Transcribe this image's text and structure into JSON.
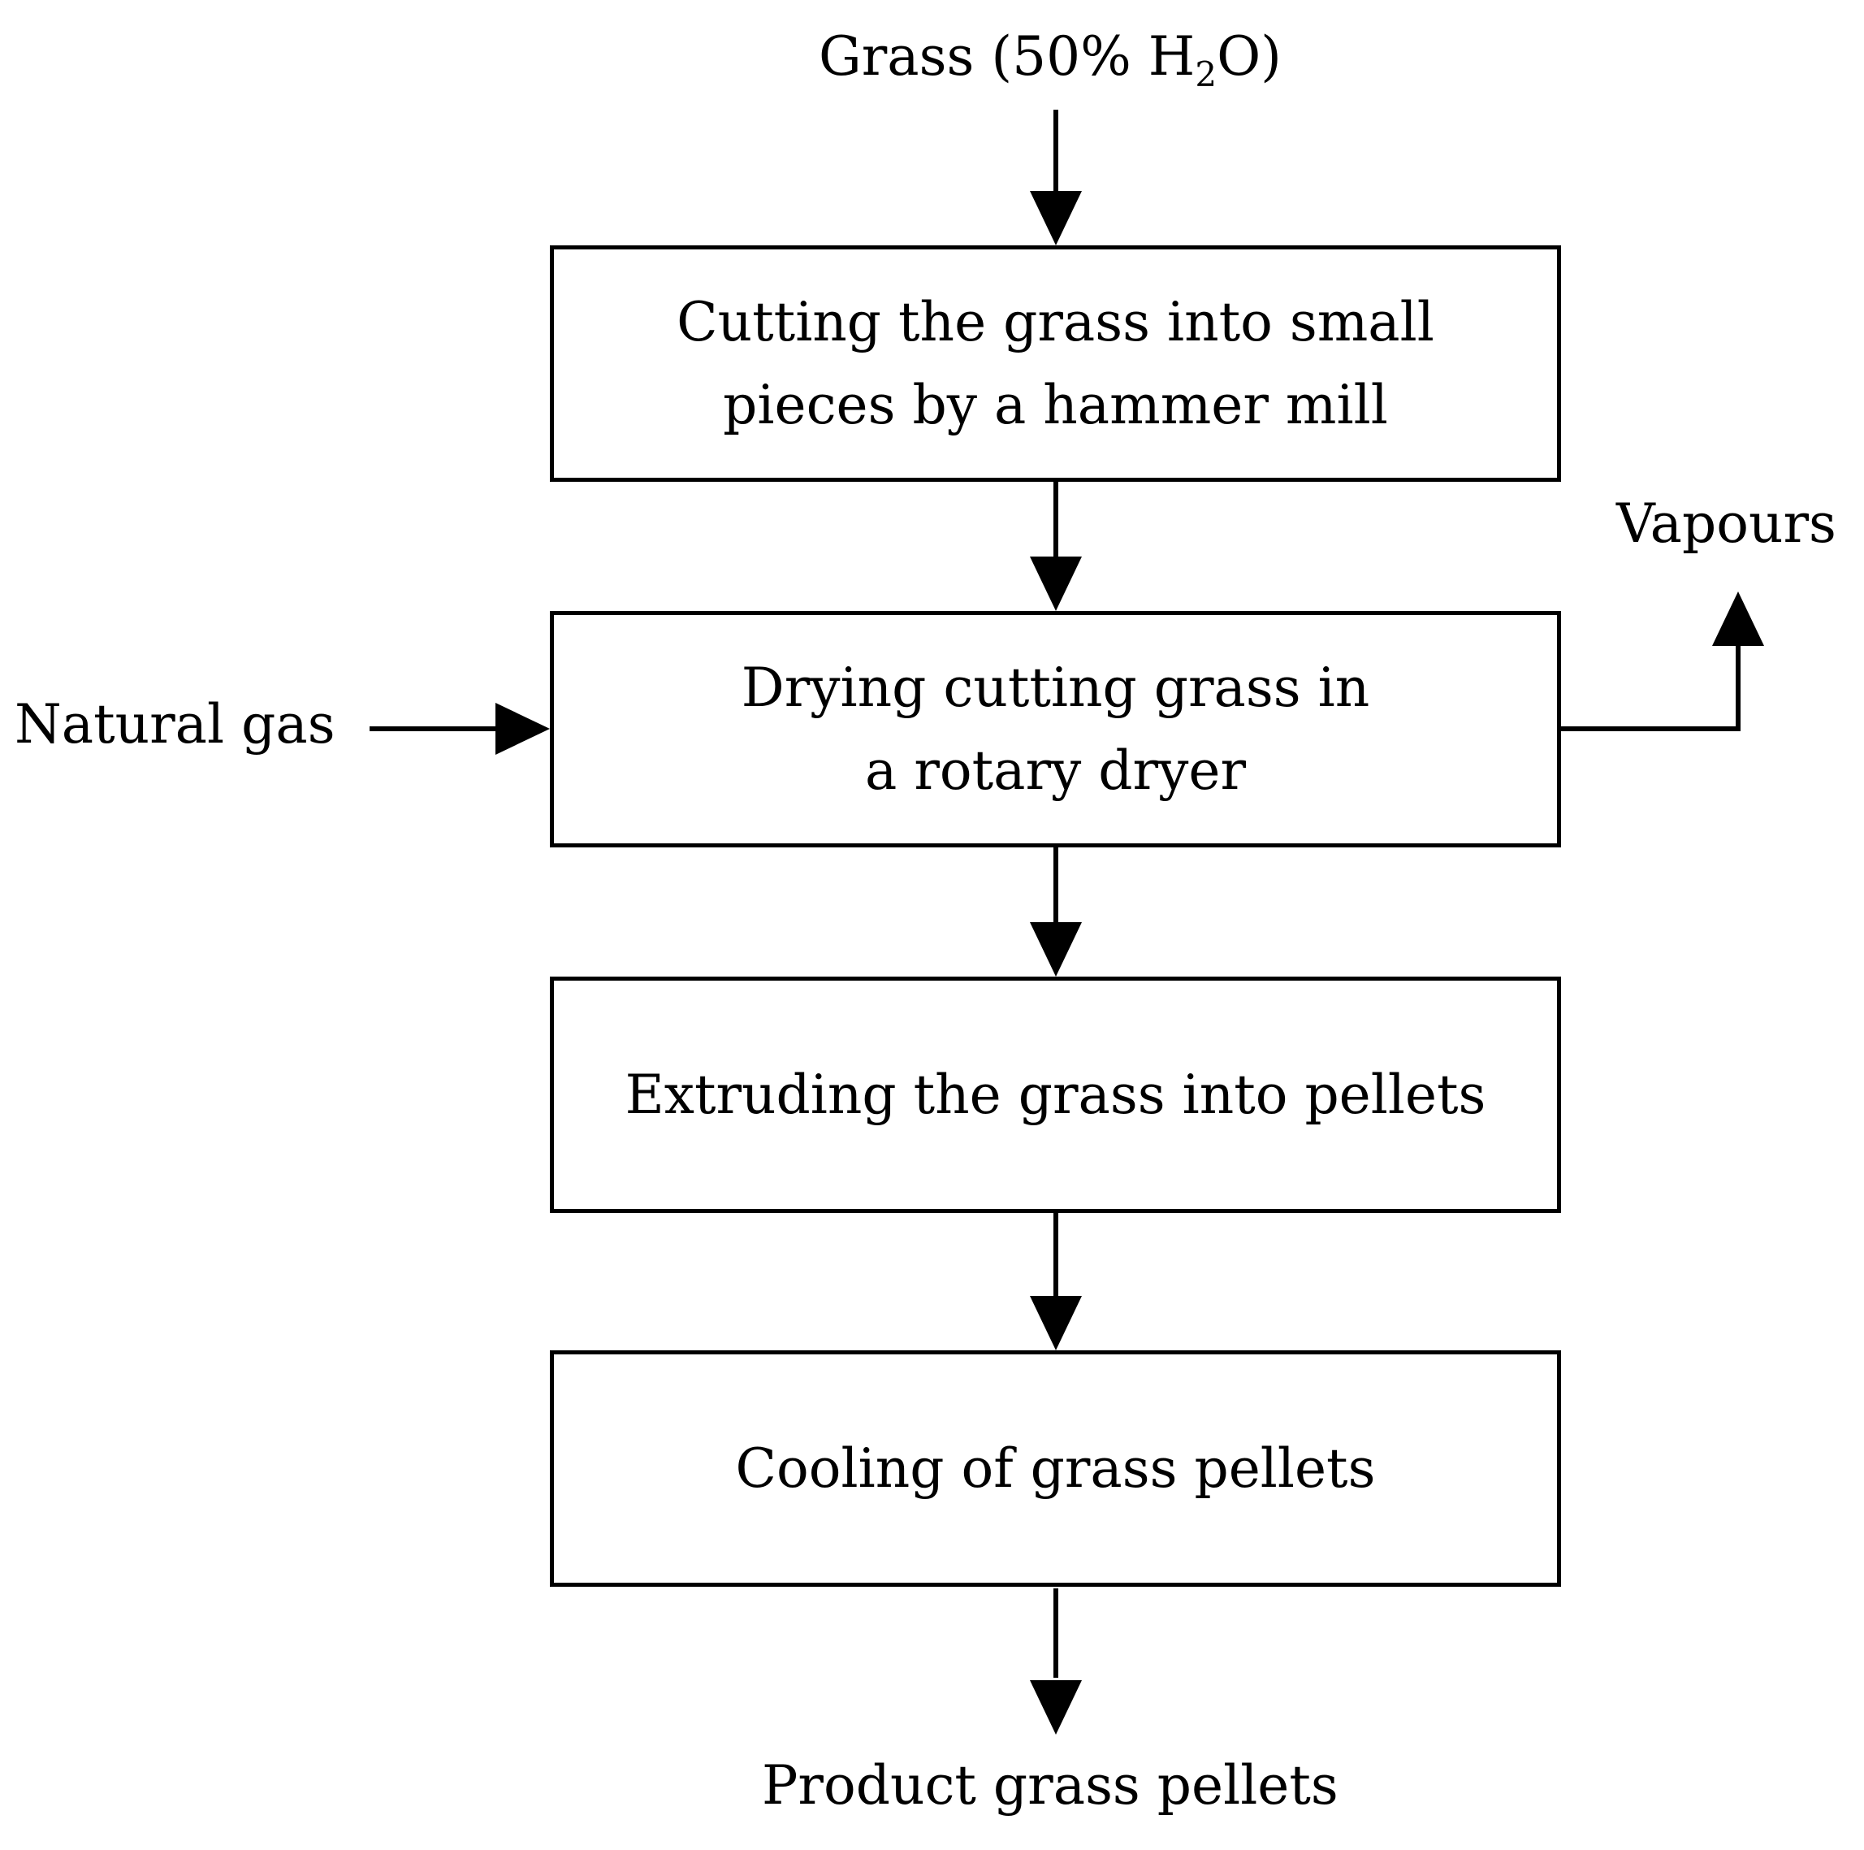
{
  "input": {
    "grass_prefix": "Grass (50% H",
    "grass_subscript": "2",
    "grass_suffix": "O)"
  },
  "steps": [
    {
      "lines": [
        "Cutting the grass into small",
        "pieces by a hammer mill"
      ]
    },
    {
      "lines": [
        "Drying cutting grass in",
        "a rotary dryer"
      ]
    },
    {
      "lines": [
        "Extruding the grass into pellets"
      ]
    },
    {
      "lines": [
        "Cooling of grass pellets"
      ]
    }
  ],
  "side_inputs": {
    "natural_gas": "Natural gas"
  },
  "side_outputs": {
    "vapours": "Vapours"
  },
  "output": {
    "product": "Product grass pellets"
  },
  "colors": {
    "line": "#000000",
    "background": "#ffffff"
  }
}
